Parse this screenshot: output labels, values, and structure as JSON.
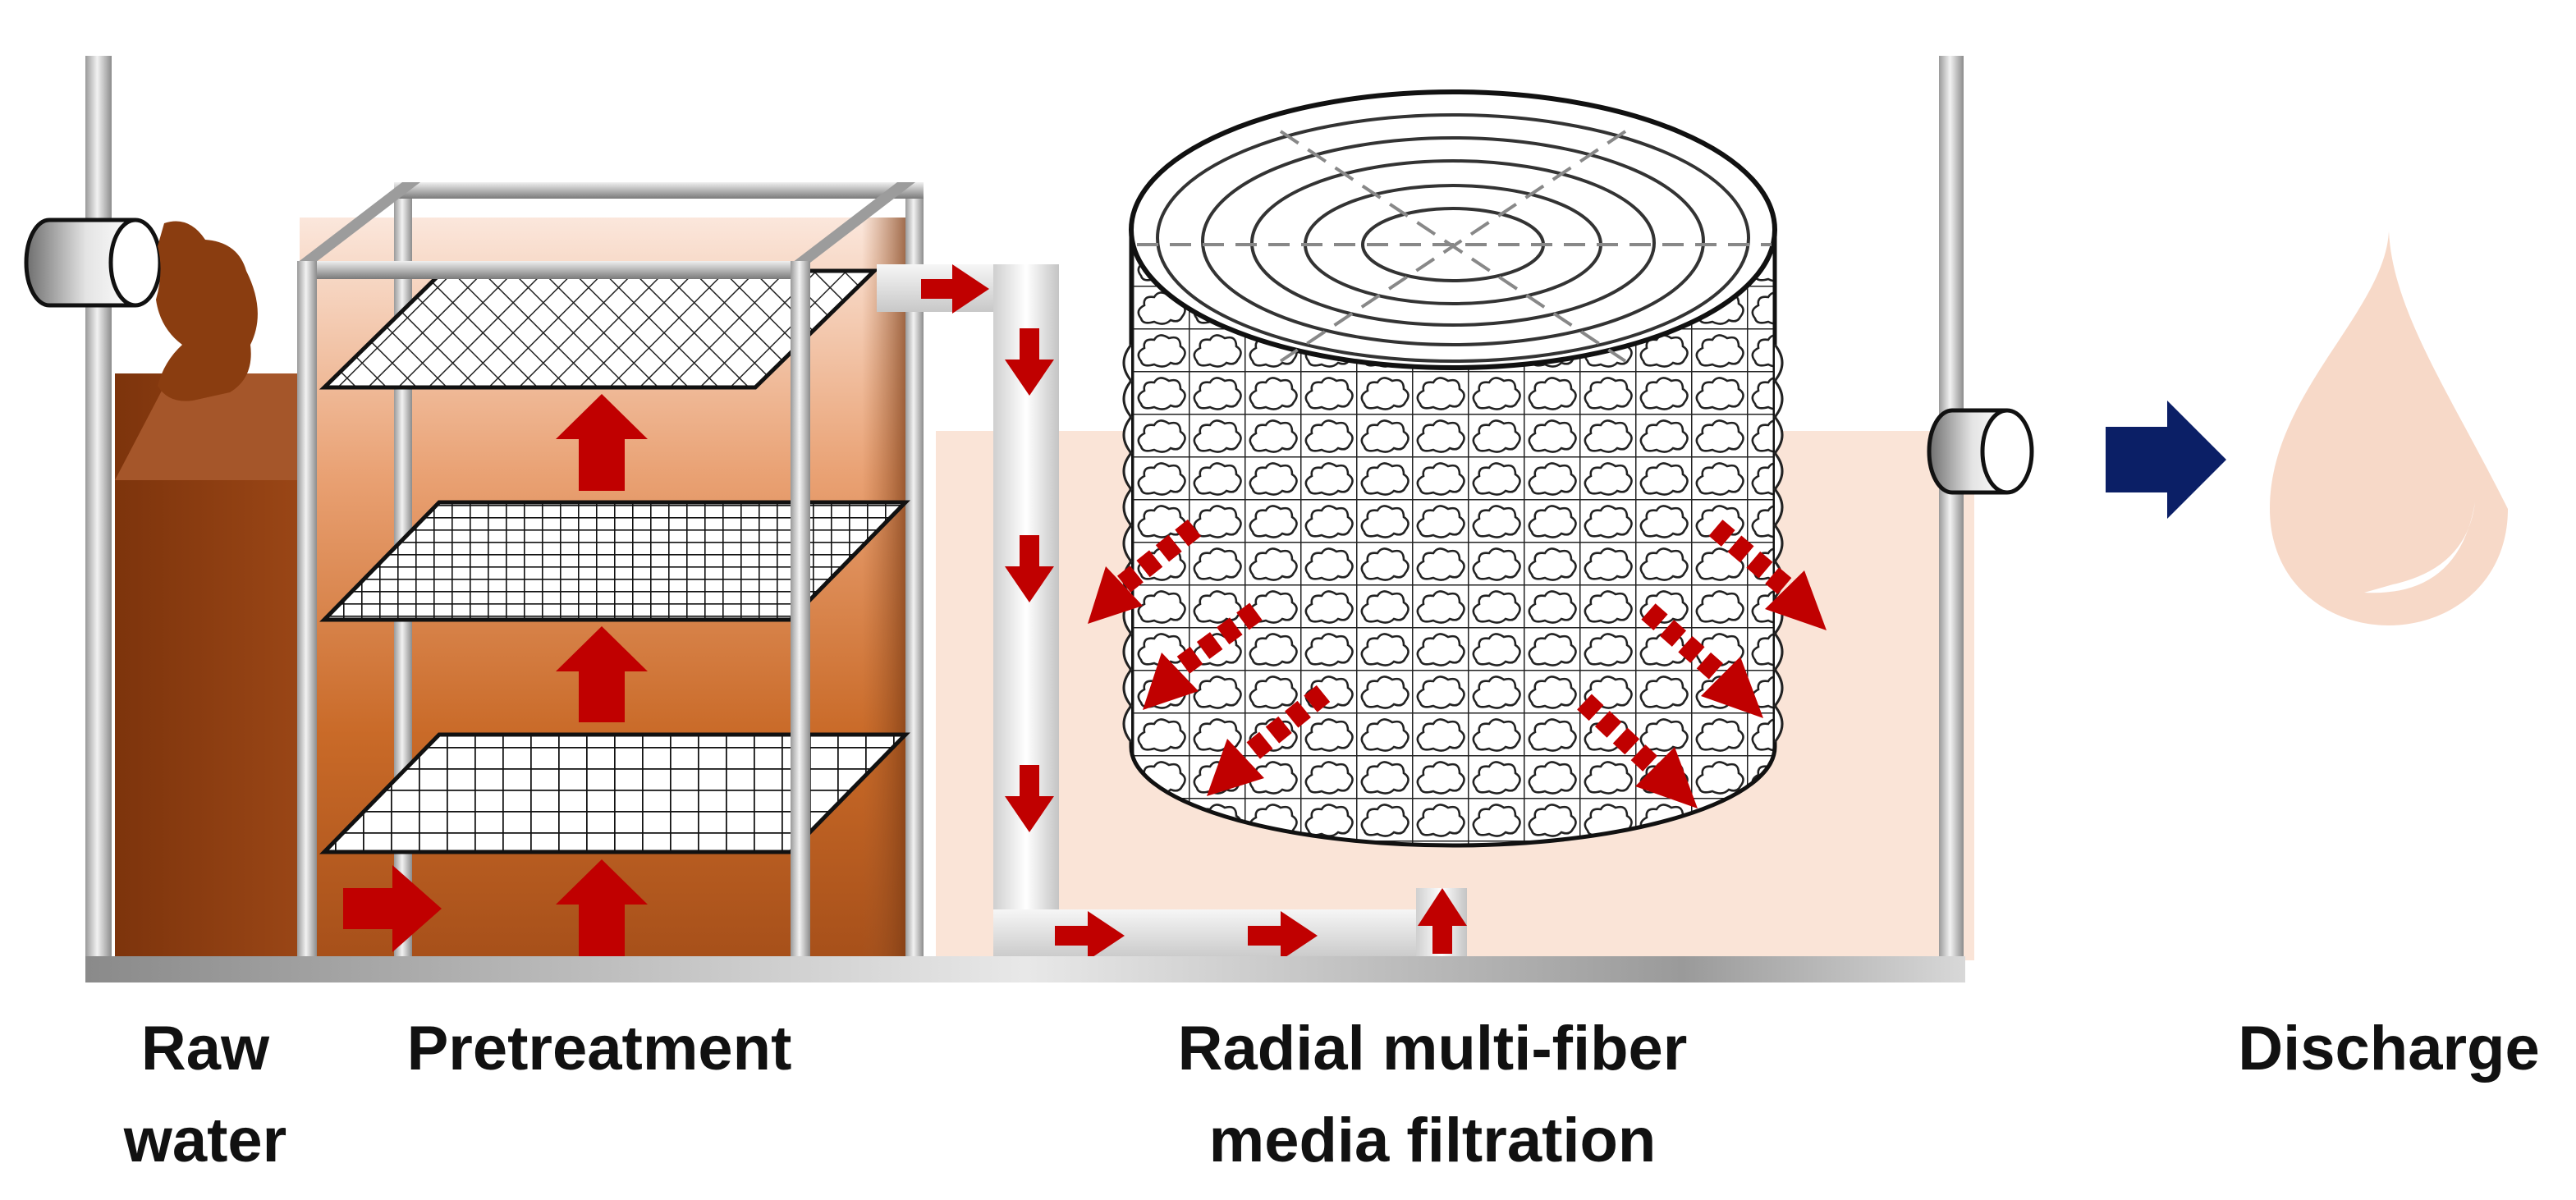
{
  "labels": {
    "raw_water_line1": "Raw",
    "raw_water_line2": "water",
    "pretreatment": "Pretreatment",
    "filtration_line1": "Radial multi-fiber",
    "filtration_line2": "media filtration",
    "discharge": "Discharge"
  },
  "colors": {
    "flow_arrow": "#c00000",
    "discharge_arrow": "#0b1f66",
    "raw_water": "#8a3d10",
    "treated_water": "#f9e3d6",
    "frame": "#808080",
    "drop": "#f7d9c8"
  },
  "icons": [
    "inlet-pipe-icon",
    "outlet-pipe-icon",
    "water-drop-icon",
    "discharge-arrow-icon"
  ]
}
